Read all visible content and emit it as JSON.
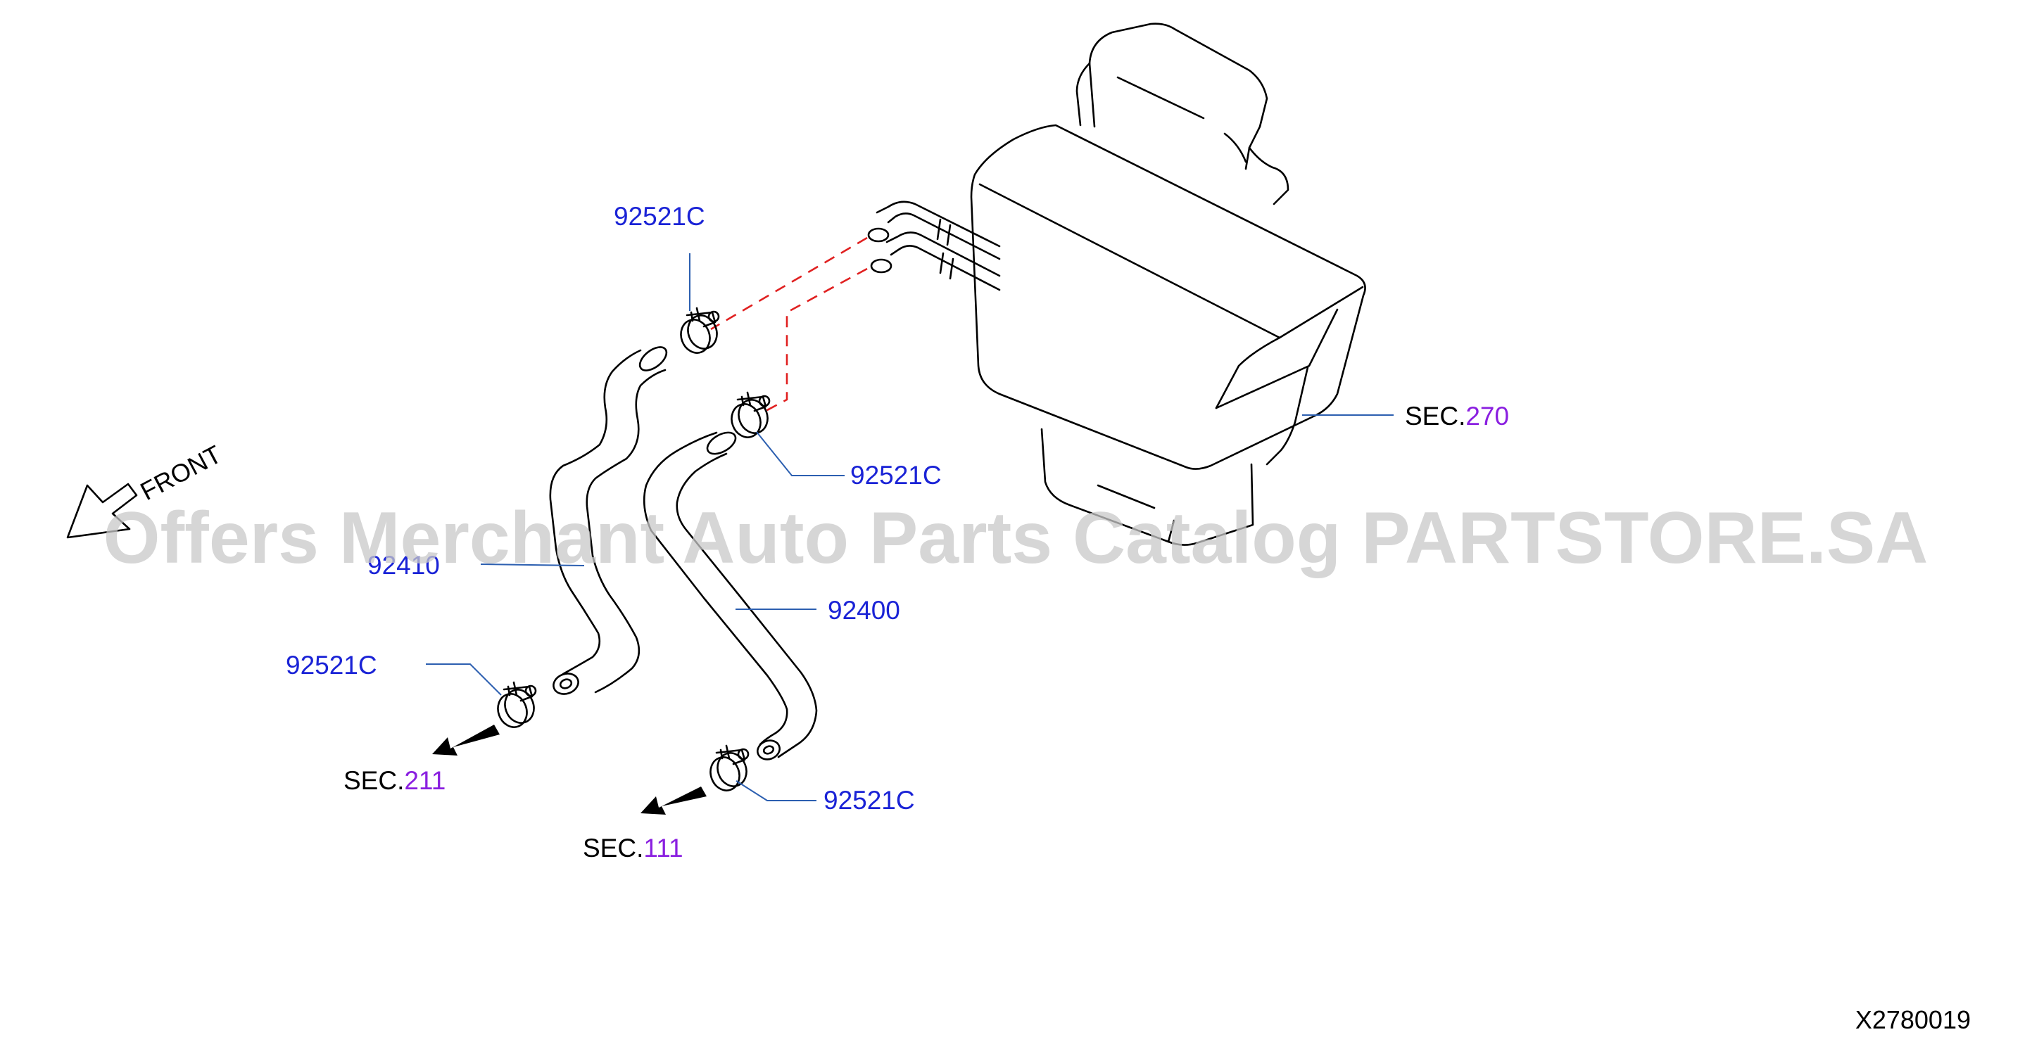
{
  "diagram": {
    "front_label": "FRONT",
    "watermark": "Offers Merchant Auto Parts Catalog PARTSTORE.SA",
    "reference_id": "X2780019",
    "part_labels": {
      "clamp_top": "92521C",
      "clamp_mid": "92521C",
      "clamp_left": "92521C",
      "clamp_bottom": "92521C",
      "hose_left": "92410",
      "hose_right": "92400"
    },
    "section_refs": {
      "heater": {
        "prefix": "SEC.",
        "number": "270"
      },
      "engine_left": {
        "prefix": "SEC.",
        "number": "211"
      },
      "engine_bottom": {
        "prefix": "SEC.",
        "number": "111"
      }
    },
    "colors": {
      "part_code": "#1a23d6",
      "section_number": "#8a1fe0",
      "leader_line": "#2c5fb0",
      "hidden_line": "#e02020"
    },
    "icons": [
      "front-arrow-icon",
      "direction-arrow-icon",
      "hose-clamp-icon"
    ]
  }
}
